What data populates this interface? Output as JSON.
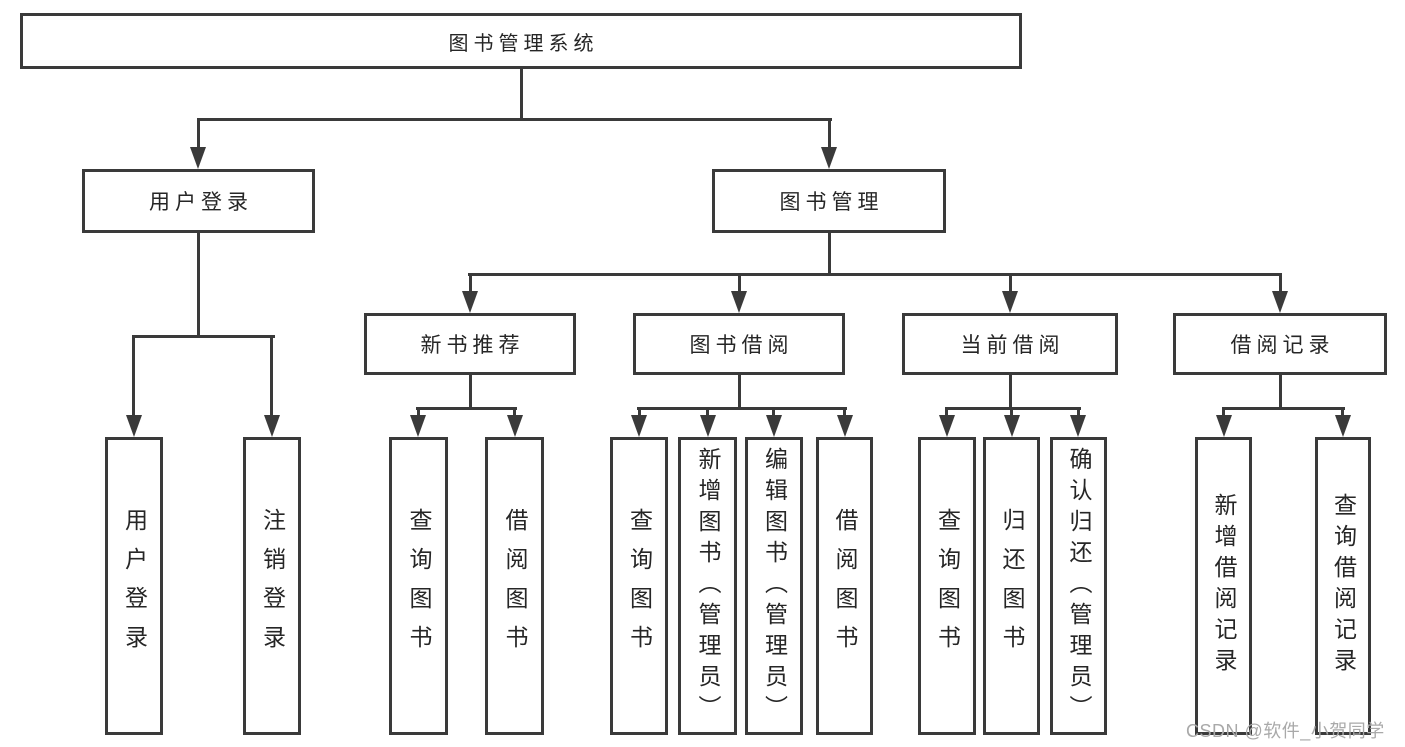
{
  "tree": {
    "root": {
      "label": "图书管理系统"
    },
    "children": [
      {
        "label": "用户登录",
        "children": [
          {
            "label": "用户登录"
          },
          {
            "label": "注销登录"
          }
        ]
      },
      {
        "label": "图书管理",
        "children": [
          {
            "label": "新书推荐",
            "children": [
              {
                "label": "查询图书"
              },
              {
                "label": "借阅图书"
              }
            ]
          },
          {
            "label": "图书借阅",
            "children": [
              {
                "label": "查询图书"
              },
              {
                "label": "新增图书（管理员）"
              },
              {
                "label": "编辑图书（管理员）"
              },
              {
                "label": "借阅图书"
              }
            ]
          },
          {
            "label": "当前借阅",
            "children": [
              {
                "label": "查询图书"
              },
              {
                "label": "归还图书"
              },
              {
                "label": "确认归还（管理员）"
              }
            ]
          },
          {
            "label": "借阅记录",
            "children": [
              {
                "label": "新增借阅记录"
              },
              {
                "label": "查询借阅记录"
              }
            ]
          }
        ]
      }
    ]
  },
  "watermark": {
    "text": "CSDN @软件_小贺同学"
  },
  "colors": {
    "line": "#3a3a3a",
    "text": "#262626",
    "watermark": "#a9a9a9",
    "background": "#ffffff"
  }
}
